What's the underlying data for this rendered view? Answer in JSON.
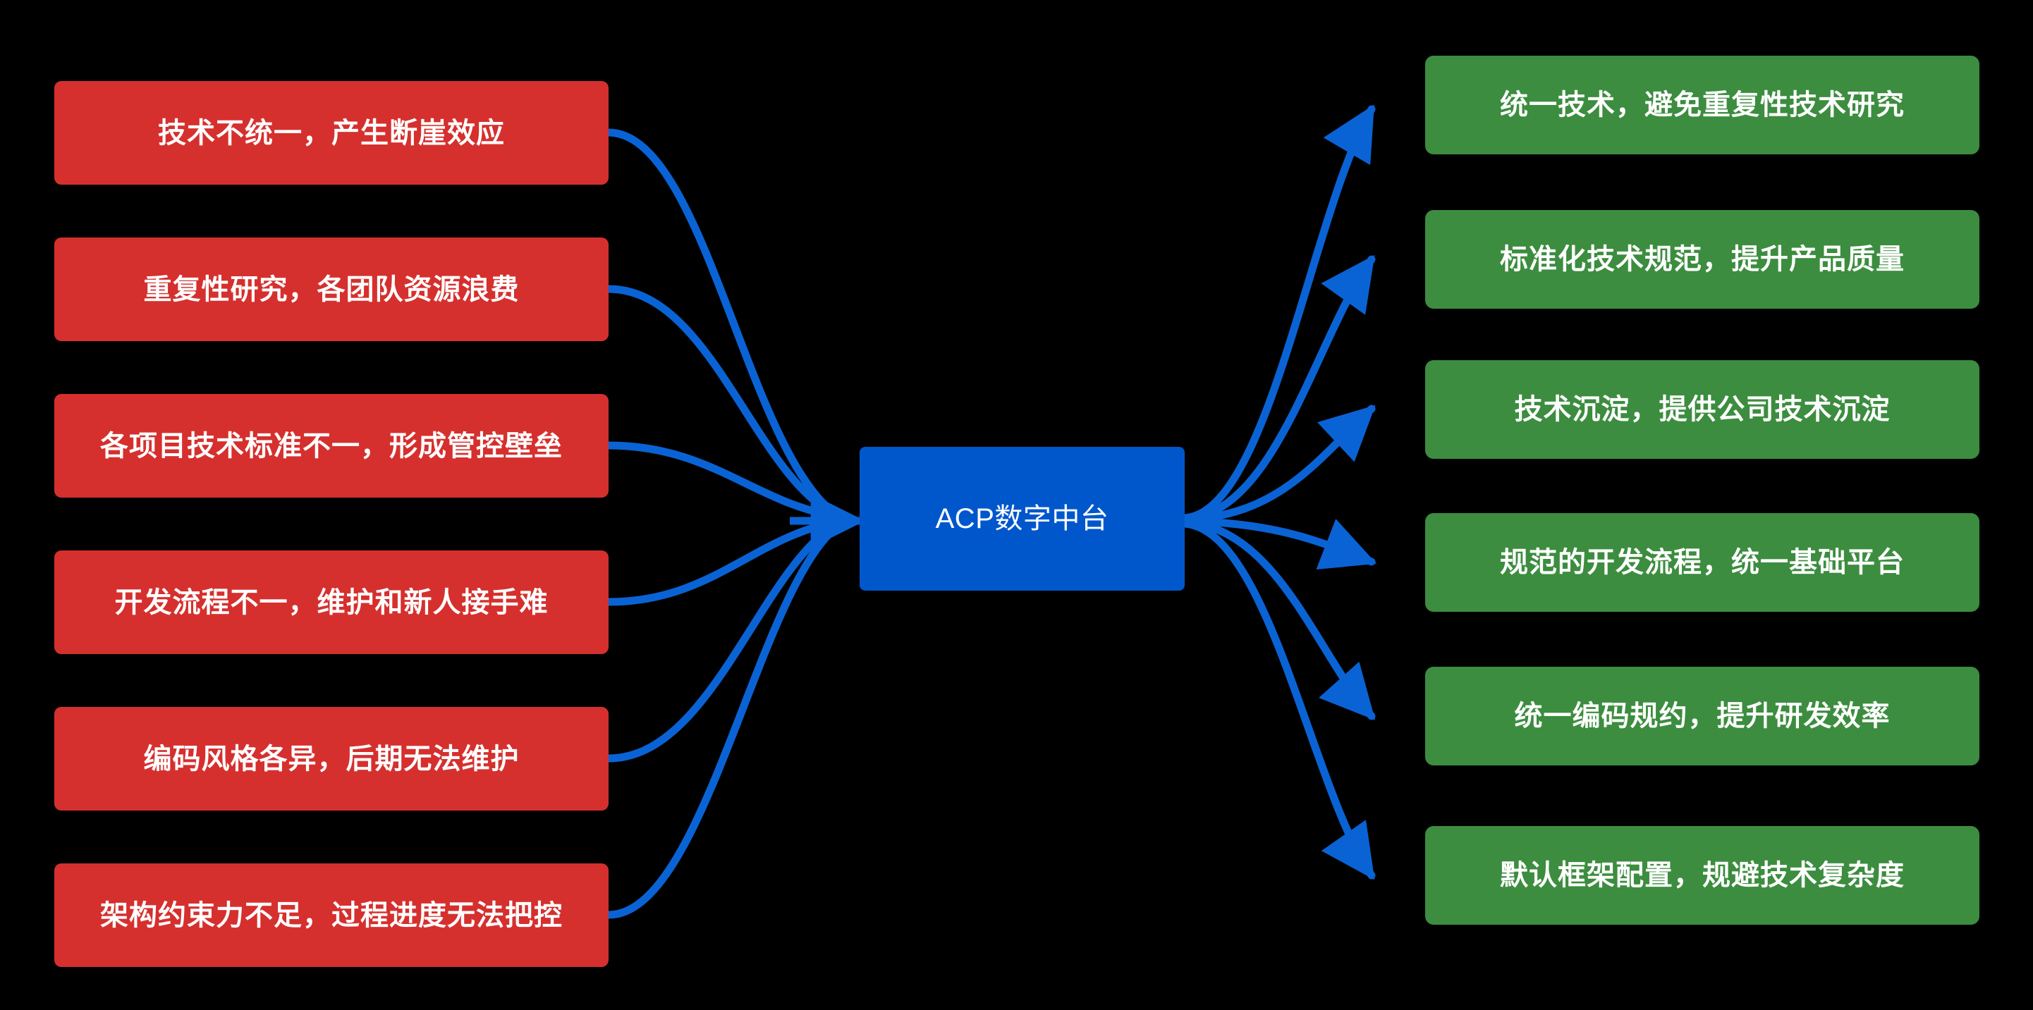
{
  "diagram": {
    "type": "mindmap-convergence-divergence",
    "background_color": "#000000",
    "edge_color": "#0a63d4",
    "center": {
      "label": "ACP数字中台",
      "color": "#0057cc",
      "text_color": "#ffffff"
    },
    "left_group": {
      "role": "problems",
      "color": "#d5302e",
      "text_color": "#ffffff",
      "items": [
        {
          "label": "技术不统一，产生断崖效应"
        },
        {
          "label": "重复性研究，各团队资源浪费"
        },
        {
          "label": "各项目技术标准不一，形成管控壁垒"
        },
        {
          "label": "开发流程不一，维护和新人接手难"
        },
        {
          "label": "编码风格各异，后期无法维护"
        },
        {
          "label": "架构约束力不足，过程进度无法把控"
        }
      ]
    },
    "right_group": {
      "role": "benefits",
      "color": "#3c8d3f",
      "text_color": "#ffffff",
      "items": [
        {
          "label": "统一技术，避免重复性技术研究"
        },
        {
          "label": "标准化技术规范，提升产品质量"
        },
        {
          "label": "技术沉淀，提供公司技术沉淀"
        },
        {
          "label": "规范的开发流程，统一基础平台"
        },
        {
          "label": "统一编码规约，提升研发效率"
        },
        {
          "label": "默认框架配置，规避技术复杂度"
        }
      ]
    }
  }
}
